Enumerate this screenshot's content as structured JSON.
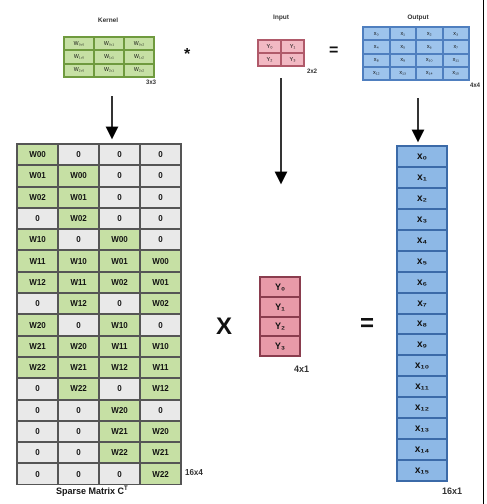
{
  "kernel": {
    "label": "Kernel",
    "dims": "3x3",
    "cells": [
      "W₀,₀",
      "W₀,₁",
      "W₀,₂",
      "W₁,₀",
      "W₁,₁",
      "W₁,₂",
      "W₂,₀",
      "W₂,₁",
      "W₂,₂"
    ]
  },
  "conv_operator": "*",
  "input": {
    "label": "Input",
    "dims": "2x2",
    "cells": [
      "Y₀",
      "Y₁",
      "Y₂",
      "Y₃"
    ]
  },
  "equals_top": "=",
  "output": {
    "label": "Output",
    "dims": "4x4",
    "cells": [
      "x₀",
      "x₁",
      "x₂",
      "x₃",
      "x₄",
      "x₅",
      "x₆",
      "x₇",
      "x₈",
      "x₉",
      "x₁₀",
      "x₁₁",
      "x₁₂",
      "x₁₃",
      "x₁₄",
      "x₁₅"
    ]
  },
  "sparse": {
    "label": "Sparse Matrix C",
    "superscript": "T",
    "dims": "16x4",
    "rows": [
      [
        "W00",
        "0",
        "0",
        "0"
      ],
      [
        "W01",
        "W00",
        "0",
        "0"
      ],
      [
        "W02",
        "W01",
        "0",
        "0"
      ],
      [
        "0",
        "W02",
        "0",
        "0"
      ],
      [
        "W10",
        "0",
        "W00",
        "0"
      ],
      [
        "W11",
        "W10",
        "W01",
        "W00"
      ],
      [
        "W12",
        "W11",
        "W02",
        "W01"
      ],
      [
        "0",
        "W12",
        "0",
        "W02"
      ],
      [
        "W20",
        "0",
        "W10",
        "0"
      ],
      [
        "W21",
        "W20",
        "W11",
        "W10"
      ],
      [
        "W22",
        "W21",
        "W12",
        "W11"
      ],
      [
        "0",
        "W22",
        "0",
        "W12"
      ],
      [
        "0",
        "0",
        "W20",
        "0"
      ],
      [
        "0",
        "0",
        "W21",
        "W20"
      ],
      [
        "0",
        "0",
        "W22",
        "W21"
      ],
      [
        "0",
        "0",
        "0",
        "W22"
      ]
    ]
  },
  "multiply_operator": "X",
  "input_vector": {
    "dims": "4x1",
    "cells": [
      "Y₀",
      "Y₁",
      "Y₂",
      "Y₃"
    ]
  },
  "equals_bottom": "=",
  "output_vector": {
    "dims": "16x1",
    "cells": [
      "x₀",
      "x₁",
      "x₂",
      "x₃",
      "x₄",
      "x₅",
      "x₆",
      "x₇",
      "x₈",
      "x₉",
      "x₁₀",
      "x₁₁",
      "x₁₂",
      "x₁₃",
      "x₁₄",
      "x₁₅"
    ]
  }
}
